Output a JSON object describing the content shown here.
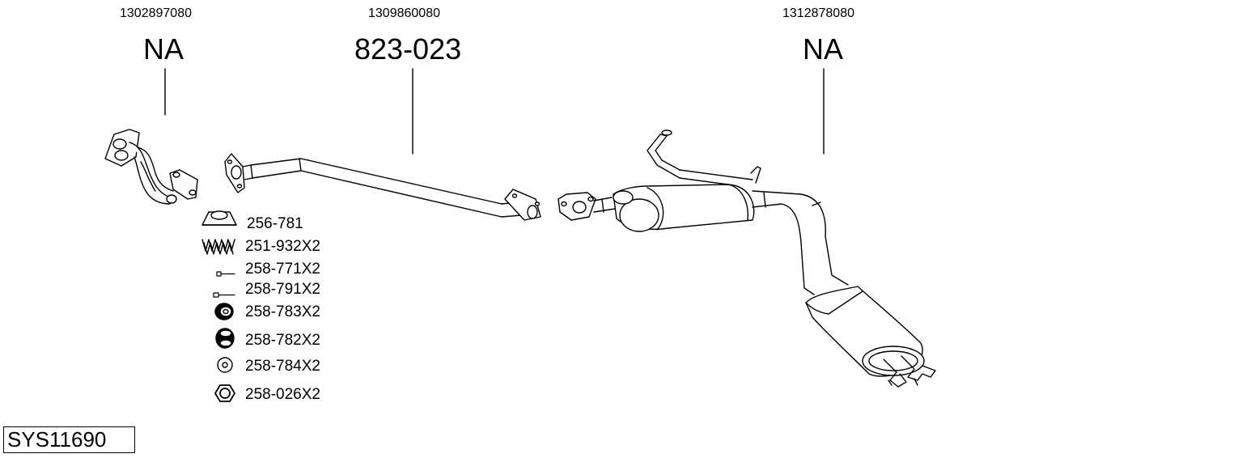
{
  "parts": [
    {
      "part_number": "1302897080",
      "code": "NA"
    },
    {
      "part_number": "1309860080",
      "code": "823-023"
    },
    {
      "part_number": "1312878080",
      "code": "NA"
    }
  ],
  "accessories": [
    {
      "label": "256-781",
      "icon": "gasket-ring-icon"
    },
    {
      "label": "251-932X2",
      "icon": "spring-icon"
    },
    {
      "label": "258-771X2",
      "icon": "bolt-icon"
    },
    {
      "label": "258-791X2",
      "icon": "bolt-icon"
    },
    {
      "label": "258-783X2",
      "icon": "rubber-mount-icon"
    },
    {
      "label": "258-782X2",
      "icon": "rubber-hanger-icon"
    },
    {
      "label": "258-784X2",
      "icon": "washer-icon"
    },
    {
      "label": "258-026X2",
      "icon": "hex-nut-icon"
    }
  ],
  "system_id": "SYS11690"
}
